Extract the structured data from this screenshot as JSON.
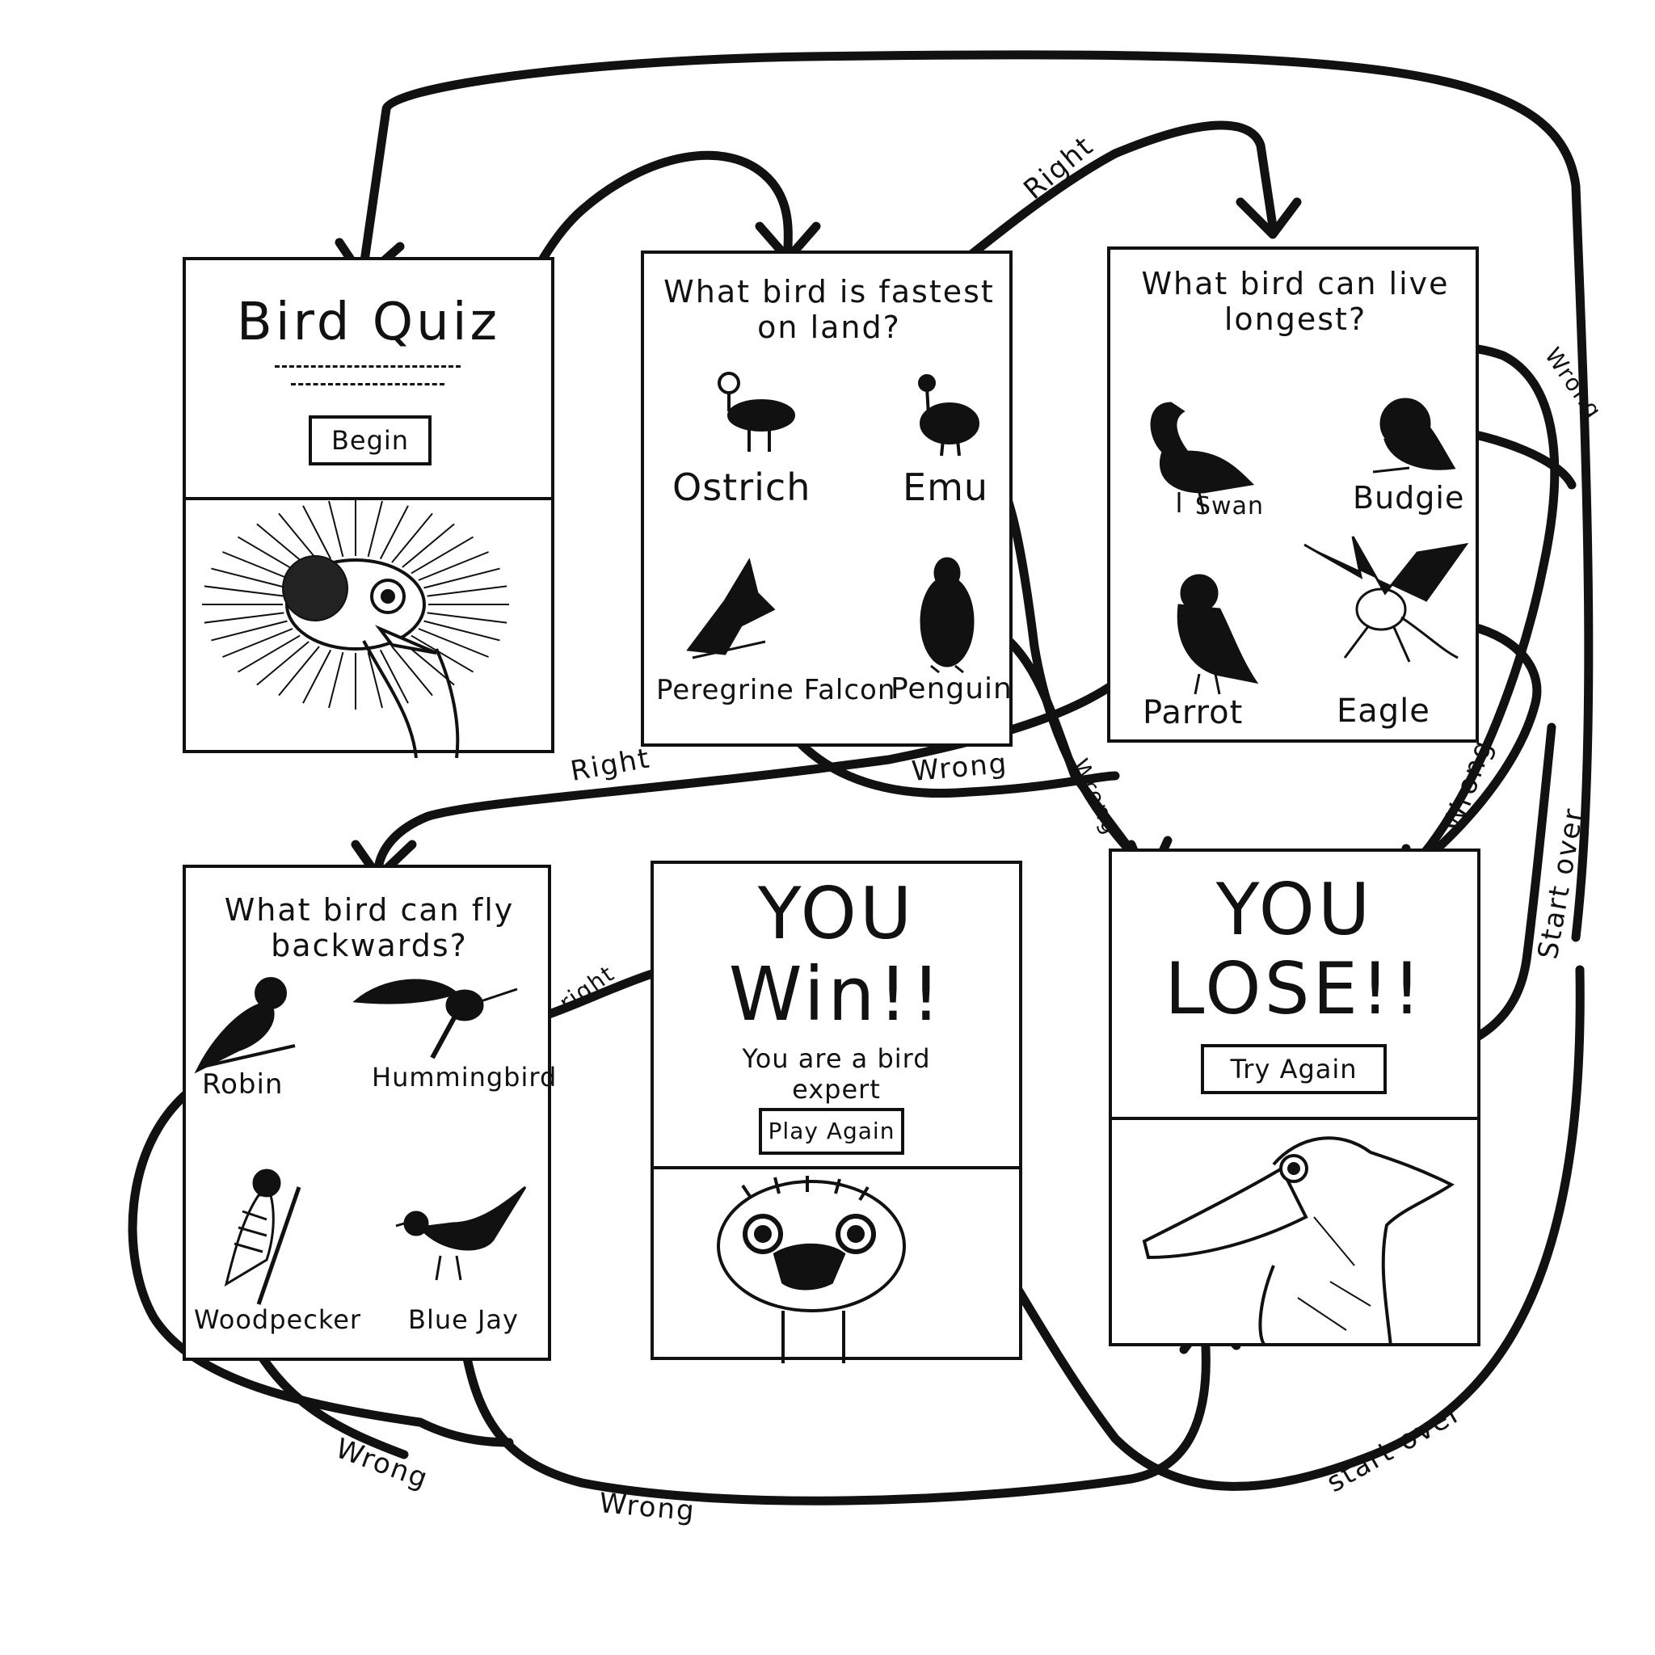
{
  "screens": {
    "start": {
      "title": "Bird Quiz",
      "begin_label": "Begin"
    },
    "q1": {
      "question": "What bird is fastest on land?",
      "options": [
        "Ostrich",
        "Emu",
        "Peregrine Falcon",
        "Penguin"
      ]
    },
    "q2": {
      "question": "What bird can live longest?",
      "options": [
        "Swan",
        "Budgie",
        "Parrot",
        "Eagle"
      ]
    },
    "q3": {
      "question": "What bird can fly backwards?",
      "options": [
        "Robin",
        "Hummingbird",
        "Woodpecker",
        "Blue Jay"
      ]
    },
    "win": {
      "line1": "YOU",
      "line2": "Win!!",
      "subtitle": "You are a bird expert",
      "play_again_label": "Play Again"
    },
    "lose": {
      "line1": "YOU",
      "line2": "LOSE!!",
      "try_again_label": "Try Again"
    }
  },
  "edge_labels": {
    "right": "Right",
    "right_lower": "right",
    "wrong": "Wrong",
    "start_over": "Start over",
    "start_over_lower": "start over"
  }
}
